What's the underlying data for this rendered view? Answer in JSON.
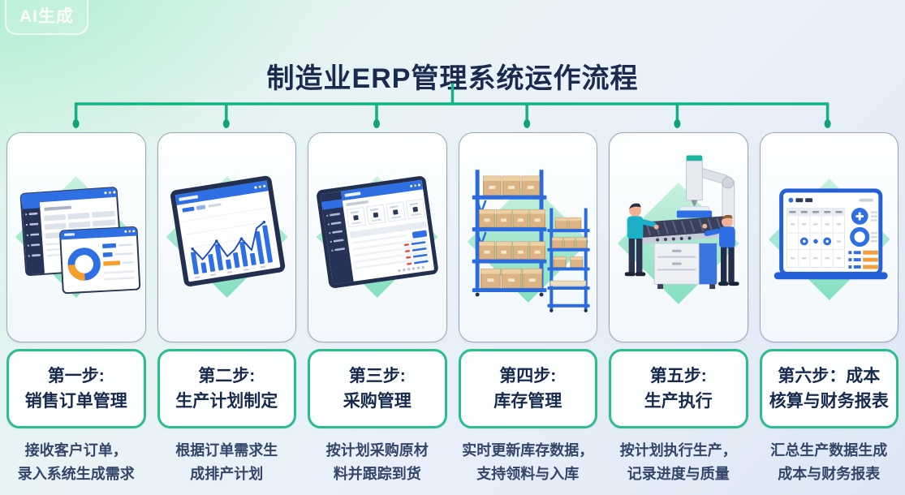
{
  "badge": {
    "label": "AI生成"
  },
  "header": {
    "title": "制造业ERP管理系统运作流程"
  },
  "colors": {
    "connector_green": "#12b283",
    "box_border_green": "#2abd8d",
    "title_navy": "#1a2b4f",
    "desc_navy": "#334569",
    "illustration_blue": "#2f6fe4",
    "illustration_orange": "#f59e2b",
    "diamond_mint": "#84dfc1",
    "rack_blue": "#2a6be0",
    "box_tan": "#dcb384"
  },
  "steps": [
    {
      "illustration": "sales-order-windows",
      "title_line1": "第一步:",
      "title_line2": "销售订单管理",
      "desc_line1": "接收客户订单，",
      "desc_line2": "录入系统生成需求"
    },
    {
      "illustration": "production-plan-chart",
      "title_line1": "第二步:",
      "title_line2": "生产计划制定",
      "desc_line1": "根据订单需求生",
      "desc_line2": "成排产计划"
    },
    {
      "illustration": "procurement-dashboard",
      "title_line1": "第三步:",
      "title_line2": "采购管理",
      "desc_line1": "按计划采购原材",
      "desc_line2": "料并跟踪到货"
    },
    {
      "illustration": "warehouse-racks",
      "title_line1": "第四步:",
      "title_line2": "库存管理",
      "desc_line1": "实时更新库存数据，",
      "desc_line2": "支持领料与入库"
    },
    {
      "illustration": "production-line-robot",
      "title_line1": "第五步:",
      "title_line2": "生产执行",
      "desc_line1": "按计划执行生产，",
      "desc_line2": "记录进度与质量"
    },
    {
      "illustration": "finance-dashboard-laptop",
      "title_line1": "第六步：成本",
      "title_line2": "核算与财务报表",
      "desc_line1": "汇总生产数据生成",
      "desc_line2": "成本与财务报表"
    }
  ]
}
